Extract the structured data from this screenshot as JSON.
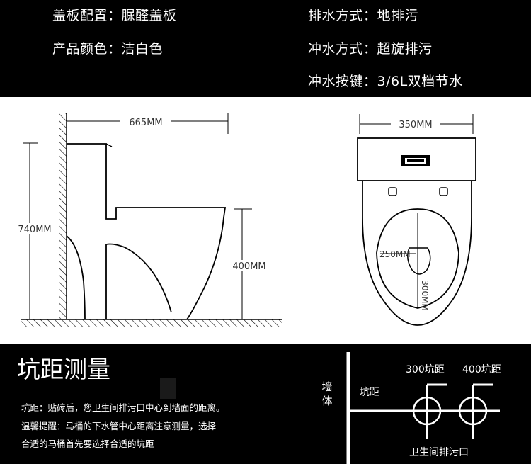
{
  "specs": {
    "cover": "盖板配置：脲醛盖板",
    "color": "产品颜色：洁白色",
    "drain": "排水方式：地排污",
    "flush": "冲水方式：超旋排污",
    "button": "冲水按键：3/6L双档节水"
  },
  "side_view": {
    "length": "665MM",
    "height": "740MM",
    "seat_height": "400MM"
  },
  "top_view": {
    "width": "350MM",
    "outlet_width": "250MM",
    "outlet_depth": "300MM"
  },
  "pit": {
    "title": "坑距测量",
    "definition": "坑距：贴砖后，您卫生间排污口中心到墙面的距离。",
    "tip_line1": "温馨提醒：马桶的下水管中心距离注意测量，选择",
    "tip_line2": "合适的马桶首先要选择合适的坑距"
  },
  "pit_diagram": {
    "wall": "墙",
    "wall2": "体",
    "pit_label": "坑距",
    "option_300": "300坑距",
    "option_400": "400坑距",
    "outlet": "卫生间排污口"
  }
}
